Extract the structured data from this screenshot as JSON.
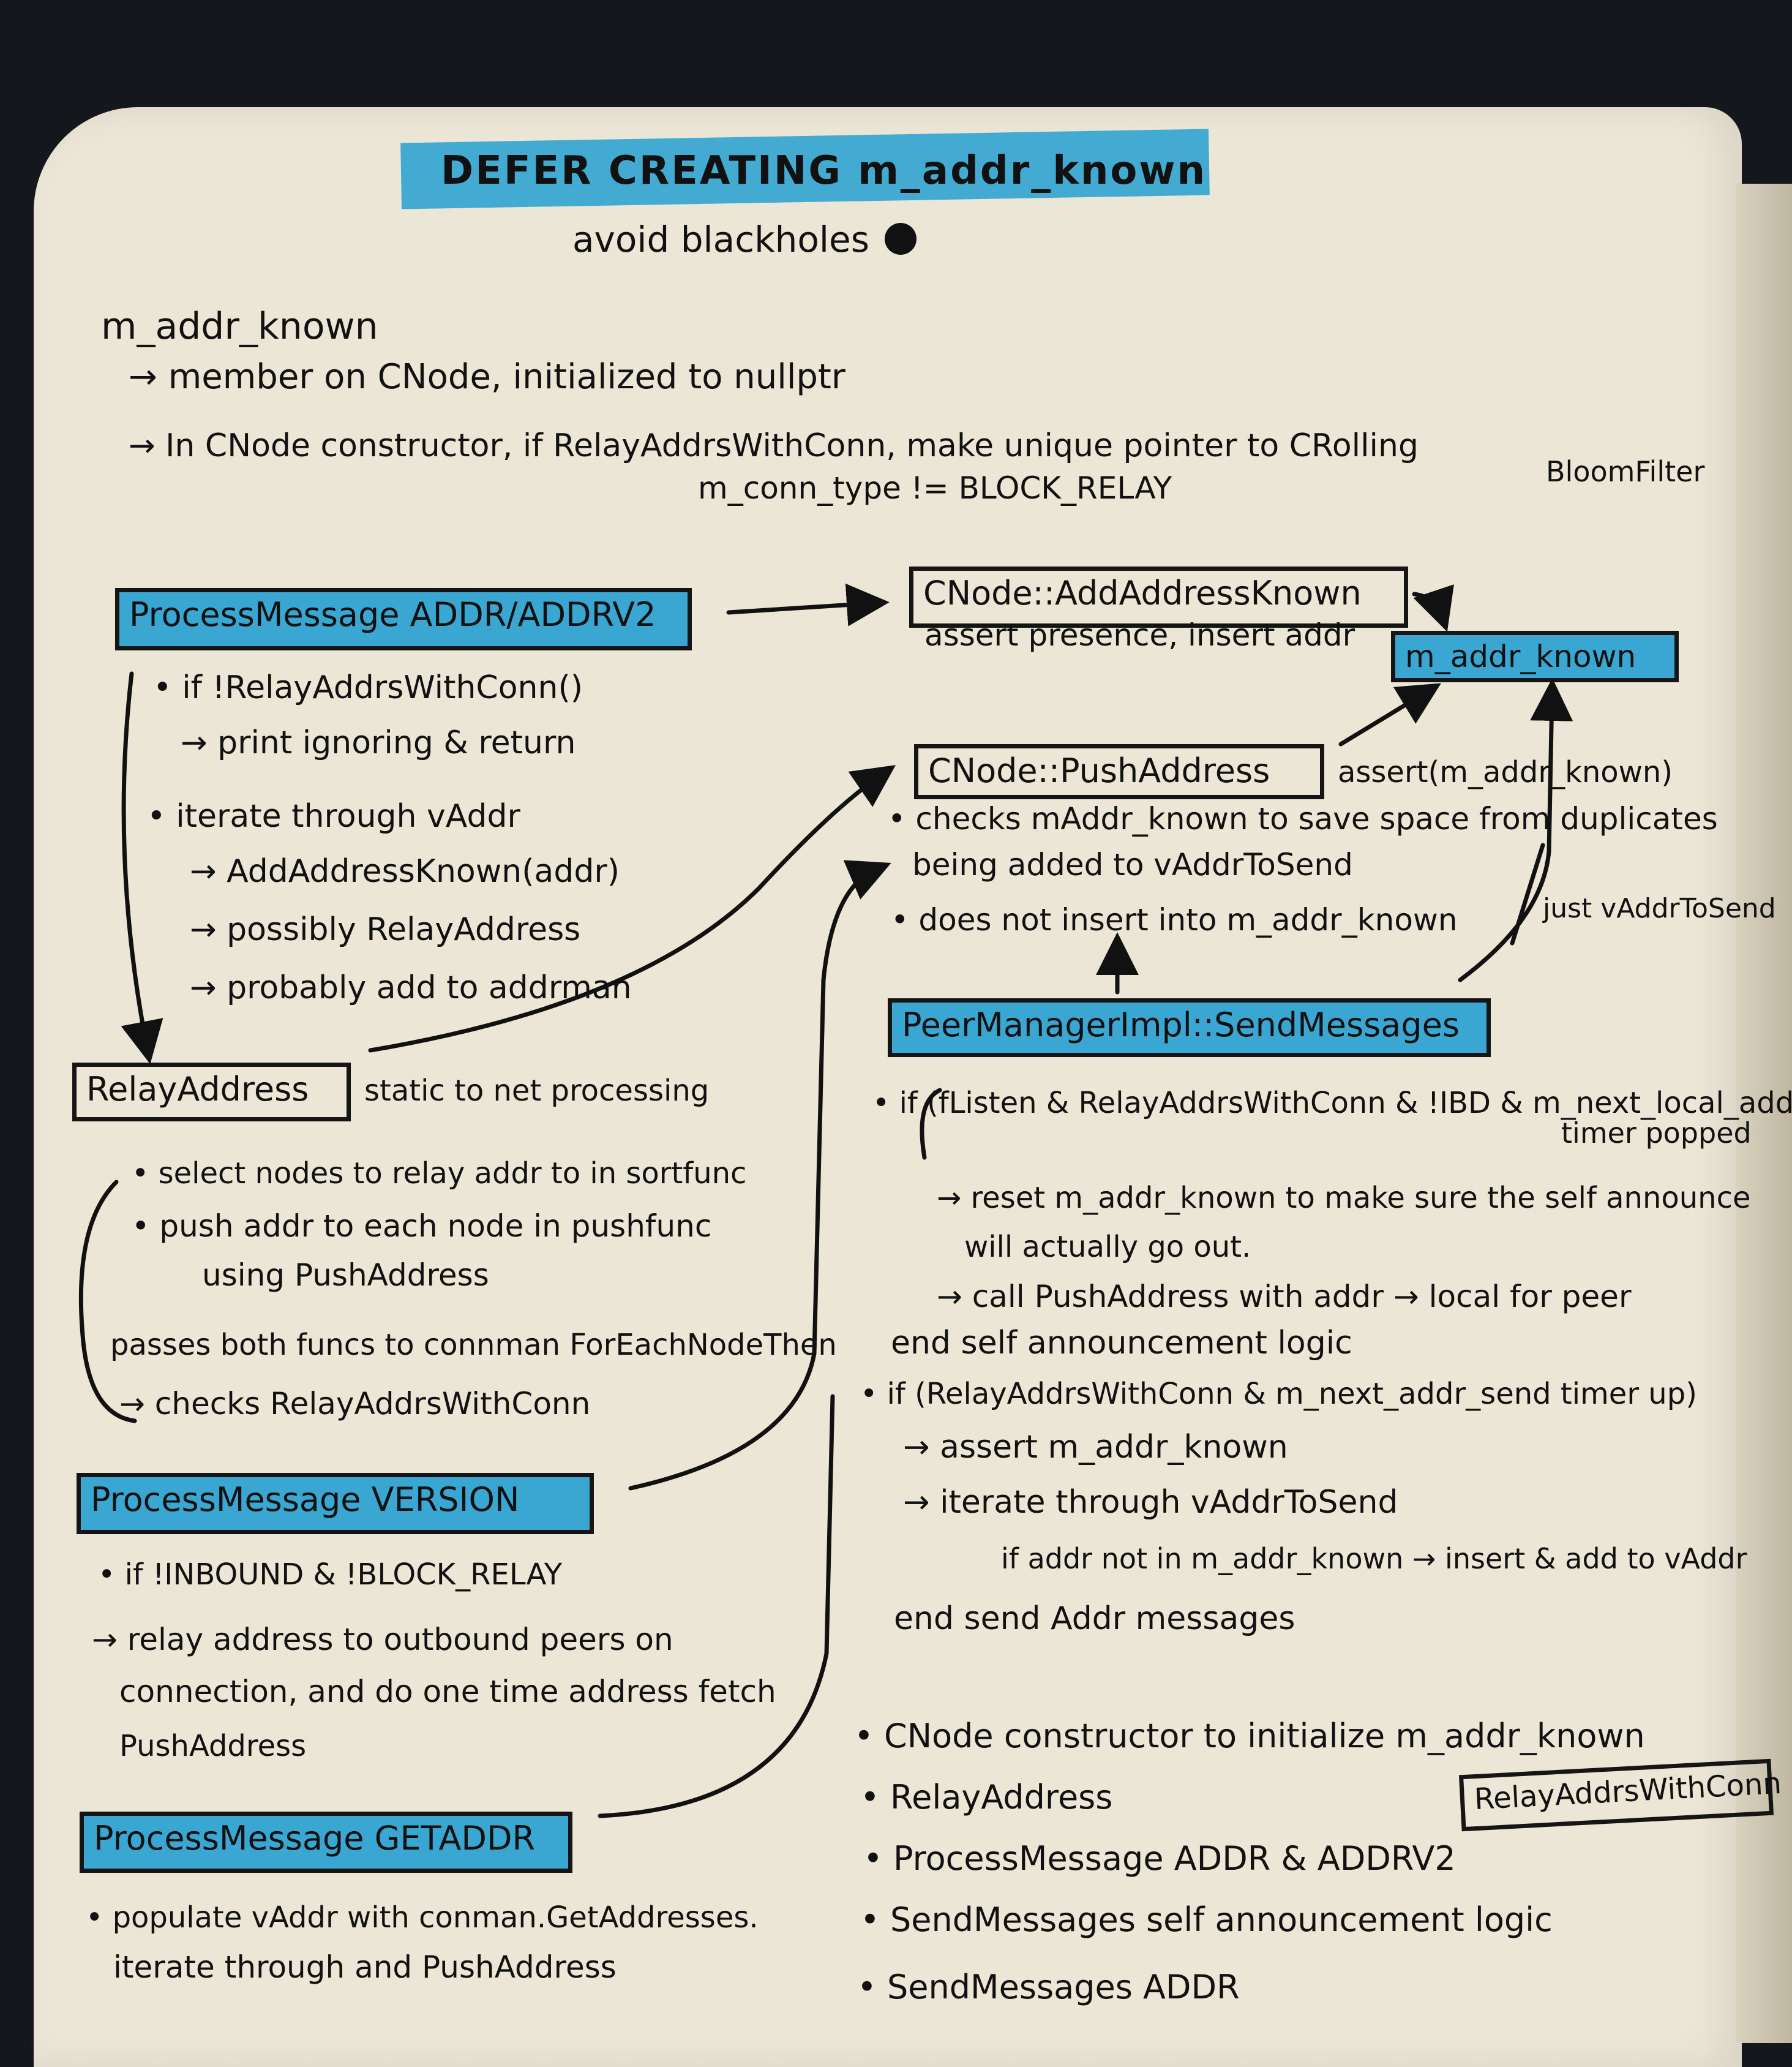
{
  "title": "DEFER CREATING m_addr_known",
  "subtitle": "avoid blackholes",
  "intro": {
    "heading": "m_addr_known",
    "lines": [
      "→ member on CNode, initialized to nullptr",
      "→ In CNode constructor, if RelayAddrsWithConn, make unique pointer to CRolling",
      "BloomFilter",
      "m_conn_type != BLOCK_RELAY"
    ]
  },
  "boxes": {
    "process_addr": "ProcessMessage ADDR/ADDRV2",
    "add_address_known": "CNode::AddAddressKnown",
    "m_addr_known": "m_addr_known",
    "push_address": "CNode::PushAddress",
    "send_messages": "PeerManagerImpl::SendMessages",
    "relay_address": "RelayAddress",
    "process_version": "ProcessMessage VERSION",
    "process_getaddr": "ProcessMessage GETADDR",
    "relay_addrs_with_conn": "RelayAddrsWithConn"
  },
  "notes": {
    "add_address_known": "assert presence, insert addr",
    "push_address_assert": "assert(m_addr_known)",
    "push_address_bullets": [
      "• checks mAddr_known to save space from duplicates",
      "being added to vAddrToSend",
      "• does not insert into m_addr_known",
      "just vAddrToSend"
    ],
    "process_addr_bullets": [
      "• if !RelayAddrsWithConn()",
      "→ print ignoring & return",
      "• iterate through vAddr",
      "→ AddAddressKnown(addr)",
      "→ possibly RelayAddress",
      "→ probably add to addrman"
    ],
    "relay_address_side": "static to net processing",
    "relay_address_bullets": [
      "• select nodes to relay addr to in sortfunc",
      "• push addr to each node in pushfunc",
      "using PushAddress",
      "passes both funcs to connman ForEachNodeThen",
      "→ checks RelayAddrsWithConn"
    ],
    "send_messages_bullets": [
      "• if (fListen & RelayAddrsWithConn & !IBD & m_next_local_addr",
      "timer popped",
      "→ reset m_addr_known to make sure the self announce",
      "will actually go out.",
      "→ call PushAddress with addr → local for peer",
      "end self announcement logic",
      "• if (RelayAddrsWithConn & m_next_addr_send timer up)",
      "→ assert m_addr_known",
      "→ iterate through vAddrToSend",
      "if addr not in m_addr_known → insert & add to vAddr",
      "end send Addr messages"
    ],
    "version_bullets": [
      "• if !INBOUND & !BLOCK_RELAY",
      "→ relay address to outbound peers on",
      "connection, and do one time address fetch",
      "PushAddress"
    ],
    "getaddr_bullets": [
      "• populate vAddr with conman.GetAddresses.",
      "iterate through and PushAddress"
    ],
    "summary_list": [
      "• CNode constructor to initialize m_addr_known",
      "• RelayAddress",
      "• ProcessMessage ADDR & ADDRV2",
      "• SendMessages self announcement logic",
      "• SendMessages ADDR"
    ]
  },
  "colors": {
    "highlight": "#3aa6d2",
    "paper": "#ebe6d6",
    "ink": "#111111"
  }
}
